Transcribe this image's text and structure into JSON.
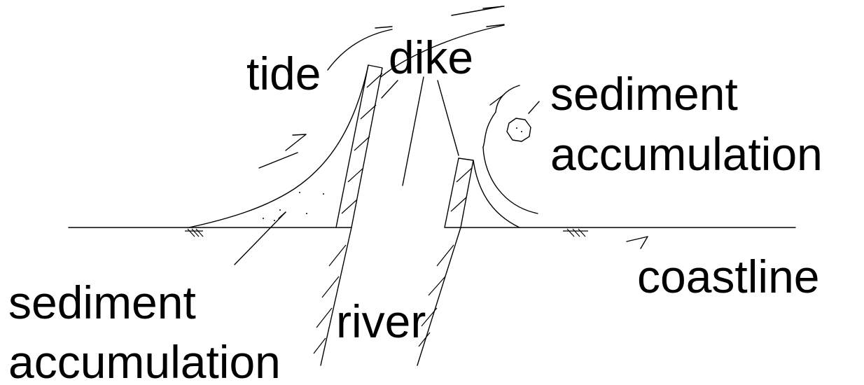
{
  "labels": {
    "tide": "tide",
    "dike": "dike",
    "sediment_right_line1": "sediment",
    "sediment_right_line2": "accumulation",
    "sediment_left_line1": "sediment",
    "sediment_left_line2": "accumulation",
    "river": "river",
    "coastline": "coastline"
  },
  "colors": {
    "stroke": "#000000",
    "background": "#ffffff"
  }
}
